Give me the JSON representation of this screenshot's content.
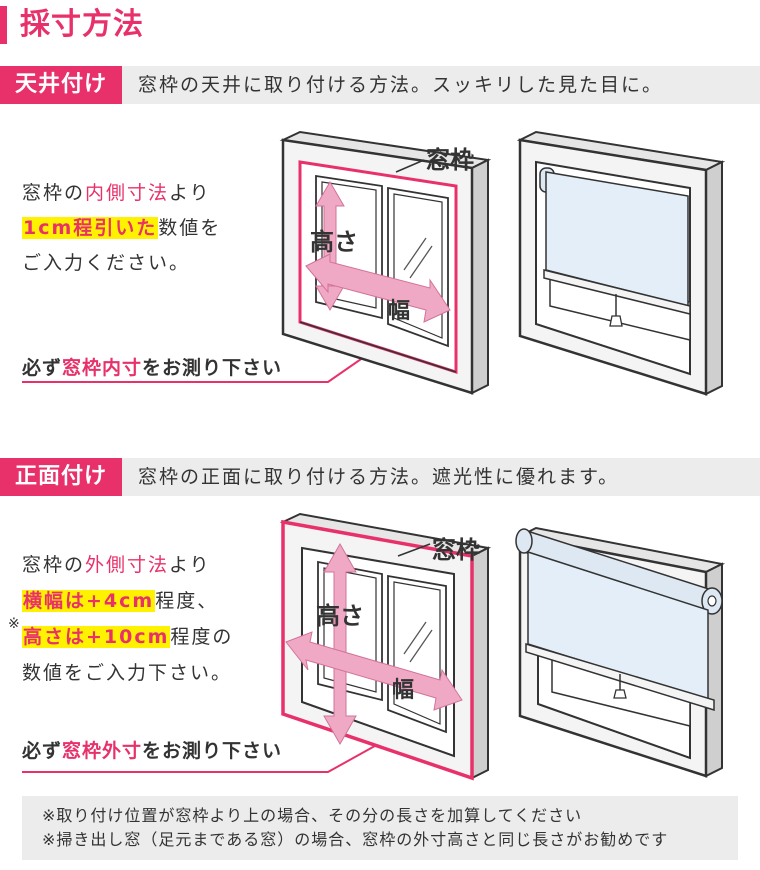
{
  "page": {
    "title": "採寸方法"
  },
  "ceiling": {
    "tag": "天井付け",
    "description": "窓枠の天井に取り付ける方法。スッキリした見た目に。",
    "line1_a": "窓枠の",
    "line1_b": "内側寸法",
    "line1_c": "より",
    "line2_a": "1cm程引いた",
    "line2_b": "数値を",
    "line3": "ご入力ください。",
    "must_a": "必ず",
    "must_b": "窓枠内寸",
    "must_c": "をお測り下さい",
    "label_frame": "窓枠",
    "label_height": "高さ",
    "label_width": "幅"
  },
  "front": {
    "tag": "正面付け",
    "description": "窓枠の正面に取り付ける方法。遮光性に優れます。",
    "line1_a": "窓枠の",
    "line1_b": "外側寸法",
    "line1_c": "より",
    "line2_a": "横幅は+4cm",
    "line2_b": "程度、",
    "note_mark": "※",
    "line3_a": "高さは+10cm",
    "line3_b": "程度の",
    "line4": "数値をご入力下さい。",
    "must_a": "必ず",
    "must_b": "窓枠外寸",
    "must_c": "をお測り下さい",
    "label_frame": "窓枠",
    "label_height": "高さ",
    "label_width": "幅"
  },
  "notes": [
    "※取り付け位置が窓枠より上の場合、その分の長さを加算してください",
    "※掃き出し窓（足元まである窓）の場合、窓枠の外寸高さと同じ長さがお勧めです"
  ],
  "colors": {
    "accent": "#e8316a",
    "highlight": "#fff200",
    "arrow": "#f0a9c4",
    "blind": "#e3eef8"
  }
}
